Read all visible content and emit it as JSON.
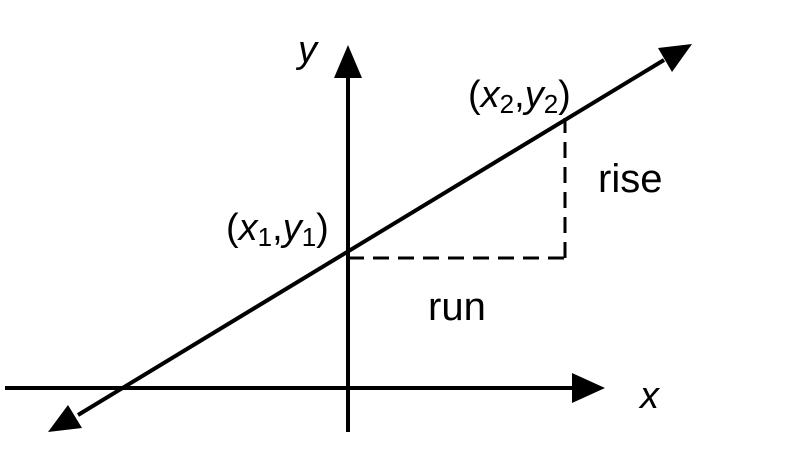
{
  "axes": {
    "x_label": "x",
    "y_label": "y"
  },
  "points": {
    "p1": {
      "open": "(",
      "var_x": "x",
      "sub_x": "1",
      "comma": ",",
      "var_y": "y",
      "sub_y": "1",
      "close": ")"
    },
    "p2": {
      "open": "(",
      "var_x": "x",
      "sub_x": "2",
      "comma": ",",
      "var_y": "y",
      "sub_y": "2",
      "close": ")"
    }
  },
  "labels": {
    "rise": "rise",
    "run": "run"
  },
  "colors": {
    "stroke": "#000000",
    "background": "#ffffff"
  }
}
